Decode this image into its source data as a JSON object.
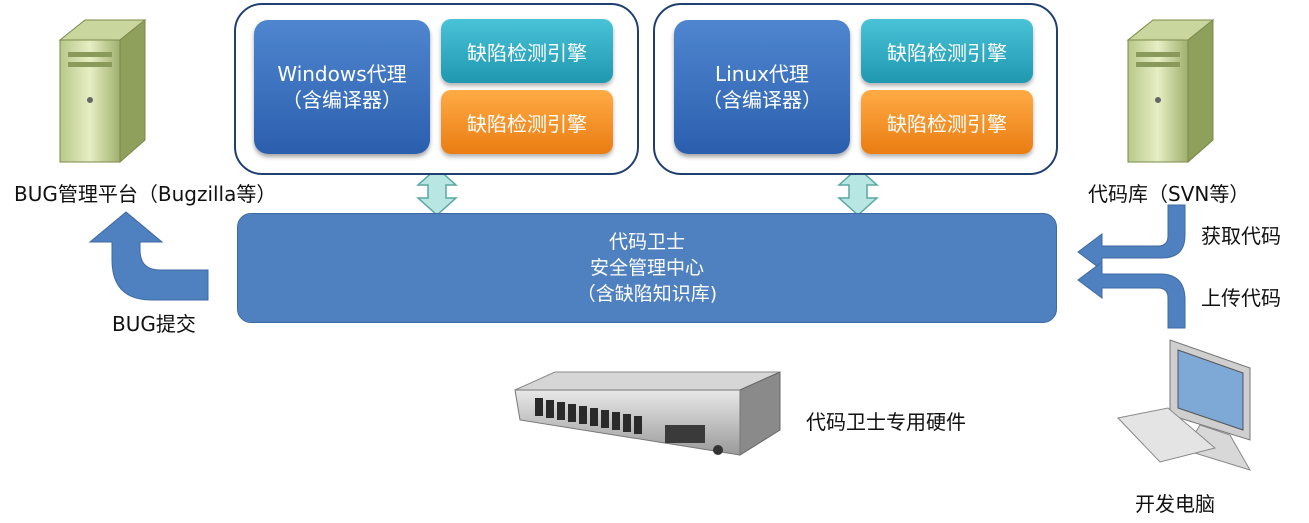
{
  "left_server_label": "BUG管理平台（Bugzilla等）",
  "right_server_label": "代码库（SVN等）",
  "windows_agent": {
    "line1": "Windows代理",
    "line2": "（含编译器）"
  },
  "linux_agent": {
    "line1": "Linux代理",
    "line2": "（含编译器）"
  },
  "engines": [
    "缺陷检测引擎",
    "缺陷检测引擎",
    "缺陷检测引擎",
    "缺陷检测引擎"
  ],
  "center": {
    "line1": "代码卫士",
    "line2": "安全管理中心",
    "line3": "（含缺陷知识库)"
  },
  "bug_submit": "BUG提交",
  "get_code": "获取代码",
  "upload_code": "上传代码",
  "hardware_label": "代码卫士专用硬件",
  "dev_pc_label": "开发电脑",
  "colors": {
    "agent": "#2b5fae",
    "teal": "#1f98b0",
    "orange": "#ea7d12",
    "center": "#4f80c0",
    "arrow": "#4f80c0",
    "double_arrow": "#b7e6e3"
  }
}
